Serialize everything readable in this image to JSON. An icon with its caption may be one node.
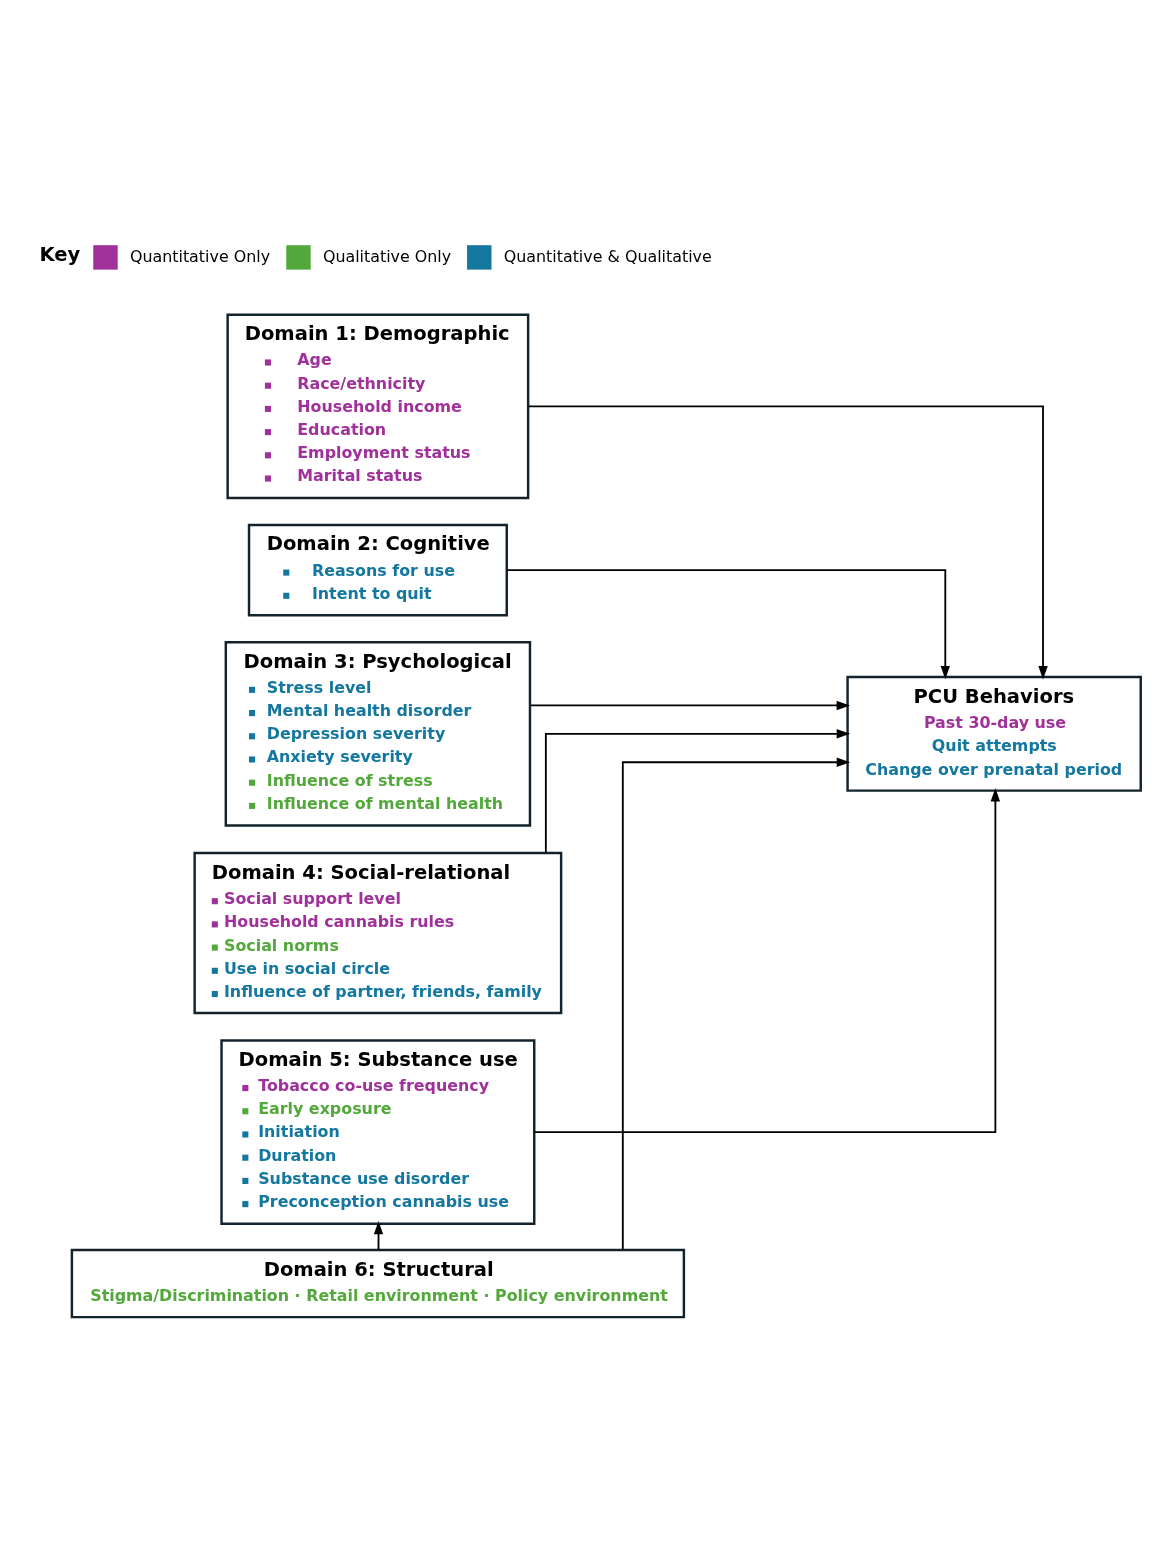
{
  "diagram": {
    "nodes": [
      {
        "text": [
          "Domain 1: Demographic",
          "Age",
          "Race/ethnicity",
          "Household income",
          "Education",
          "Employment status",
          "Marital status"
        ]
      },
      {
        "text": [
          "Domain 2: Cognitive",
          "Reasons for use",
          "Intent to quit"
        ]
      },
      {
        "text": [
          "Domain 3: Psychological",
          "Stress level",
          "Mental health disorder",
          "Depression severity",
          "Anxiety severity",
          "Influence of stress",
          "Influence of mental health"
        ]
      },
      {
        "text": [
          "Domain 4: Social-relational",
          "Social support level",
          "Household cannabis rules",
          "Social norms",
          "Use in social circle",
          "Influence of partner, friends, family"
        ]
      },
      {
        "text": [
          "Domain 5: Substance use",
          "Tobacco co-use frequency",
          "Early exposure",
          "Initiation",
          "Duration",
          "Substance use disorder",
          "Preconception cannabis use"
        ]
      },
      {
        "text": [
          "PCU Behaviors",
          "Past 30-day use",
          "Quit attempts",
          "Change over prenatal period"
        ]
      },
      {
        "text": [
          "Domain 6: Structural",
          "Stigma/Discrimination · Retail environment · Policy environment"
        ]
      }
    ],
    "edges": [
      {
        "from": 0,
        "to": 5,
        "arrow": "to"
      },
      {
        "from": 1,
        "to": 5,
        "arrow": "to"
      },
      {
        "from": 2,
        "to": 5,
        "arrow": "to"
      },
      {
        "from": 3,
        "to": 5,
        "arrow": "to"
      },
      {
        "from": 4,
        "to": 5,
        "arrow": "to"
      },
      {
        "from": 6,
        "to": 4,
        "arrow": "to"
      },
      {
        "from": 6,
        "to": 5,
        "arrow": "to"
      }
    ],
    "labels": [
      "Key"
    ],
    "legend": [
      {
        "text": "Quantitative Only",
        "color": "#a0309a"
      },
      {
        "text": "Qualitative Only",
        "color": "#52a83a"
      },
      {
        "text": "Quantitative & Qualitative",
        "color": "#13779f"
      }
    ]
  }
}
